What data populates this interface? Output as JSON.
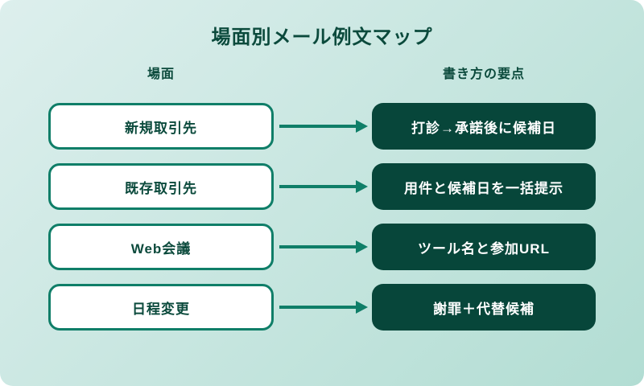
{
  "title": "場面別メール例文マップ",
  "columns": {
    "scene": "場面",
    "points": "書き方の要点"
  },
  "rows": [
    {
      "scene": "新規取引先",
      "point": "打診→承諾後に候補日"
    },
    {
      "scene": "既存取引先",
      "point": "用件と候補日を一括提示"
    },
    {
      "scene": "Web会議",
      "point": "ツール名と参加URL"
    },
    {
      "scene": "日程変更",
      "point": "謝罪＋代替候補"
    }
  ],
  "colors": {
    "accent_teal": "#0f7e68",
    "dark_green_box": "#07463a",
    "heading_green": "#0b4a3c",
    "background_gradient_start": "#ddefed",
    "background_gradient_end": "#b2ddd3",
    "scene_box_fill": "#ffffff",
    "point_text": "#ffffff"
  }
}
